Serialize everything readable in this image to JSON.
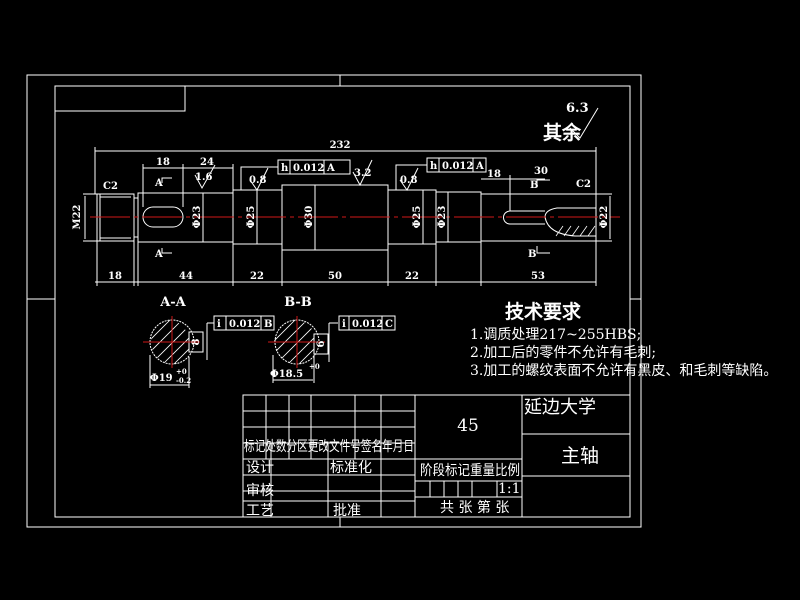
{
  "drawing": {
    "surface_finish_other": {
      "value": "6.3",
      "label": "其余"
    },
    "dimensions": {
      "overall_length": "232",
      "key_a_length": "18",
      "key_a_offset": "24",
      "key_b_offset": "18",
      "key_b_length": "30",
      "seg_thread": "18",
      "seg_1": "44",
      "seg_2": "22",
      "seg_3": "50",
      "seg_4": "22",
      "seg_5": "53",
      "thread_dia": "M22",
      "chamfer_left": "C2",
      "chamfer_right": "C2",
      "dia_1": "Φ23",
      "dia_2": "Φ25",
      "dia_3": "Φ30",
      "dia_4": "Φ25",
      "dia_5": "Φ23",
      "dia_6": "Φ22"
    },
    "roughness": [
      "1.6",
      "0.8",
      "3.2",
      "0.8"
    ],
    "tolerance_frames": [
      {
        "symbol": "h",
        "value": "0.012",
        "datum": "A"
      },
      {
        "symbol": "h",
        "value": "0.012",
        "datum": "A"
      }
    ],
    "section_labels": {
      "a_left": "A",
      "a_right": "A",
      "b_left": "B",
      "b_right": "B"
    },
    "sections": [
      {
        "title": "A-A",
        "width": "8",
        "dia": "Φ19",
        "tol_upper": "+0",
        "tol_lower": "-0.2",
        "frame": {
          "symbol": "i",
          "value": "0.012",
          "datum": "B"
        }
      },
      {
        "title": "B-B",
        "width": "6",
        "dia": "Φ18.5",
        "tol_upper": "+0",
        "tol_lower": "",
        "frame": {
          "symbol": "i",
          "value": "0.012",
          "datum": "C"
        }
      }
    ]
  },
  "technical_requirements": {
    "title": "技术要求",
    "items": [
      "1.调质处理217~255HBS;",
      "2.加工后的零件不允许有毛刺;",
      "3.加工的螺纹表面不允许有黑皮、和毛刺等缺陷。"
    ]
  },
  "title_block": {
    "header_row": "标记处数分区更改文件号签名年月日",
    "design": "设计",
    "standardization": "标准化",
    "review": "审核",
    "process": "工艺",
    "approve": "批准",
    "material": "45",
    "stage_row": "阶段标记重量比例",
    "scale": "1:1",
    "sheets": "共  张  第  张",
    "school": "延边大学",
    "part_name": "主轴"
  },
  "colors": {
    "background": "#000000",
    "lines": "#ffffff",
    "centerline": "#d01818"
  }
}
